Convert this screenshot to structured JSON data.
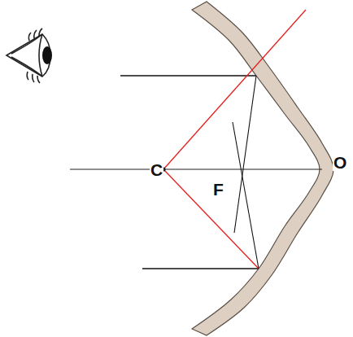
{
  "diagram": {
    "labels": [
      "C",
      "F",
      "O"
    ]
  }
}
